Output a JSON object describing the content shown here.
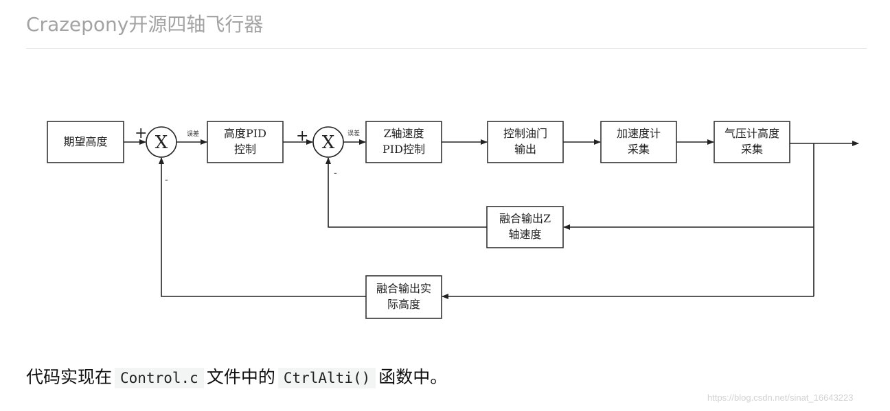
{
  "header": {
    "title": "Crazepony开源四轴飞行器"
  },
  "diagram": {
    "blocks": {
      "desired_height": [
        "期望高度"
      ],
      "height_pid": [
        "高度PID",
        "控制"
      ],
      "z_speed_pid": [
        "Z轴速度",
        "PID控制"
      ],
      "throttle_output": [
        "控制油门",
        "输出"
      ],
      "accel_sampling": [
        "加速度计",
        "采集"
      ],
      "baro_sampling": [
        "气压计高度",
        "采集"
      ],
      "fused_z_speed": [
        "融合输出Z",
        "轴速度"
      ],
      "fused_height": [
        "融合输出实",
        "际高度"
      ]
    },
    "junction_symbol": "X",
    "plus_sign": "+",
    "minus_sign": "-",
    "error_label": "误差"
  },
  "caption": {
    "prefix": "代码实现在",
    "file": "Control.c",
    "middle": "文件中的",
    "function": "CtrlAlti()",
    "suffix": "函数中。"
  },
  "watermark": "https://blog.csdn.net/sinat_16643223"
}
